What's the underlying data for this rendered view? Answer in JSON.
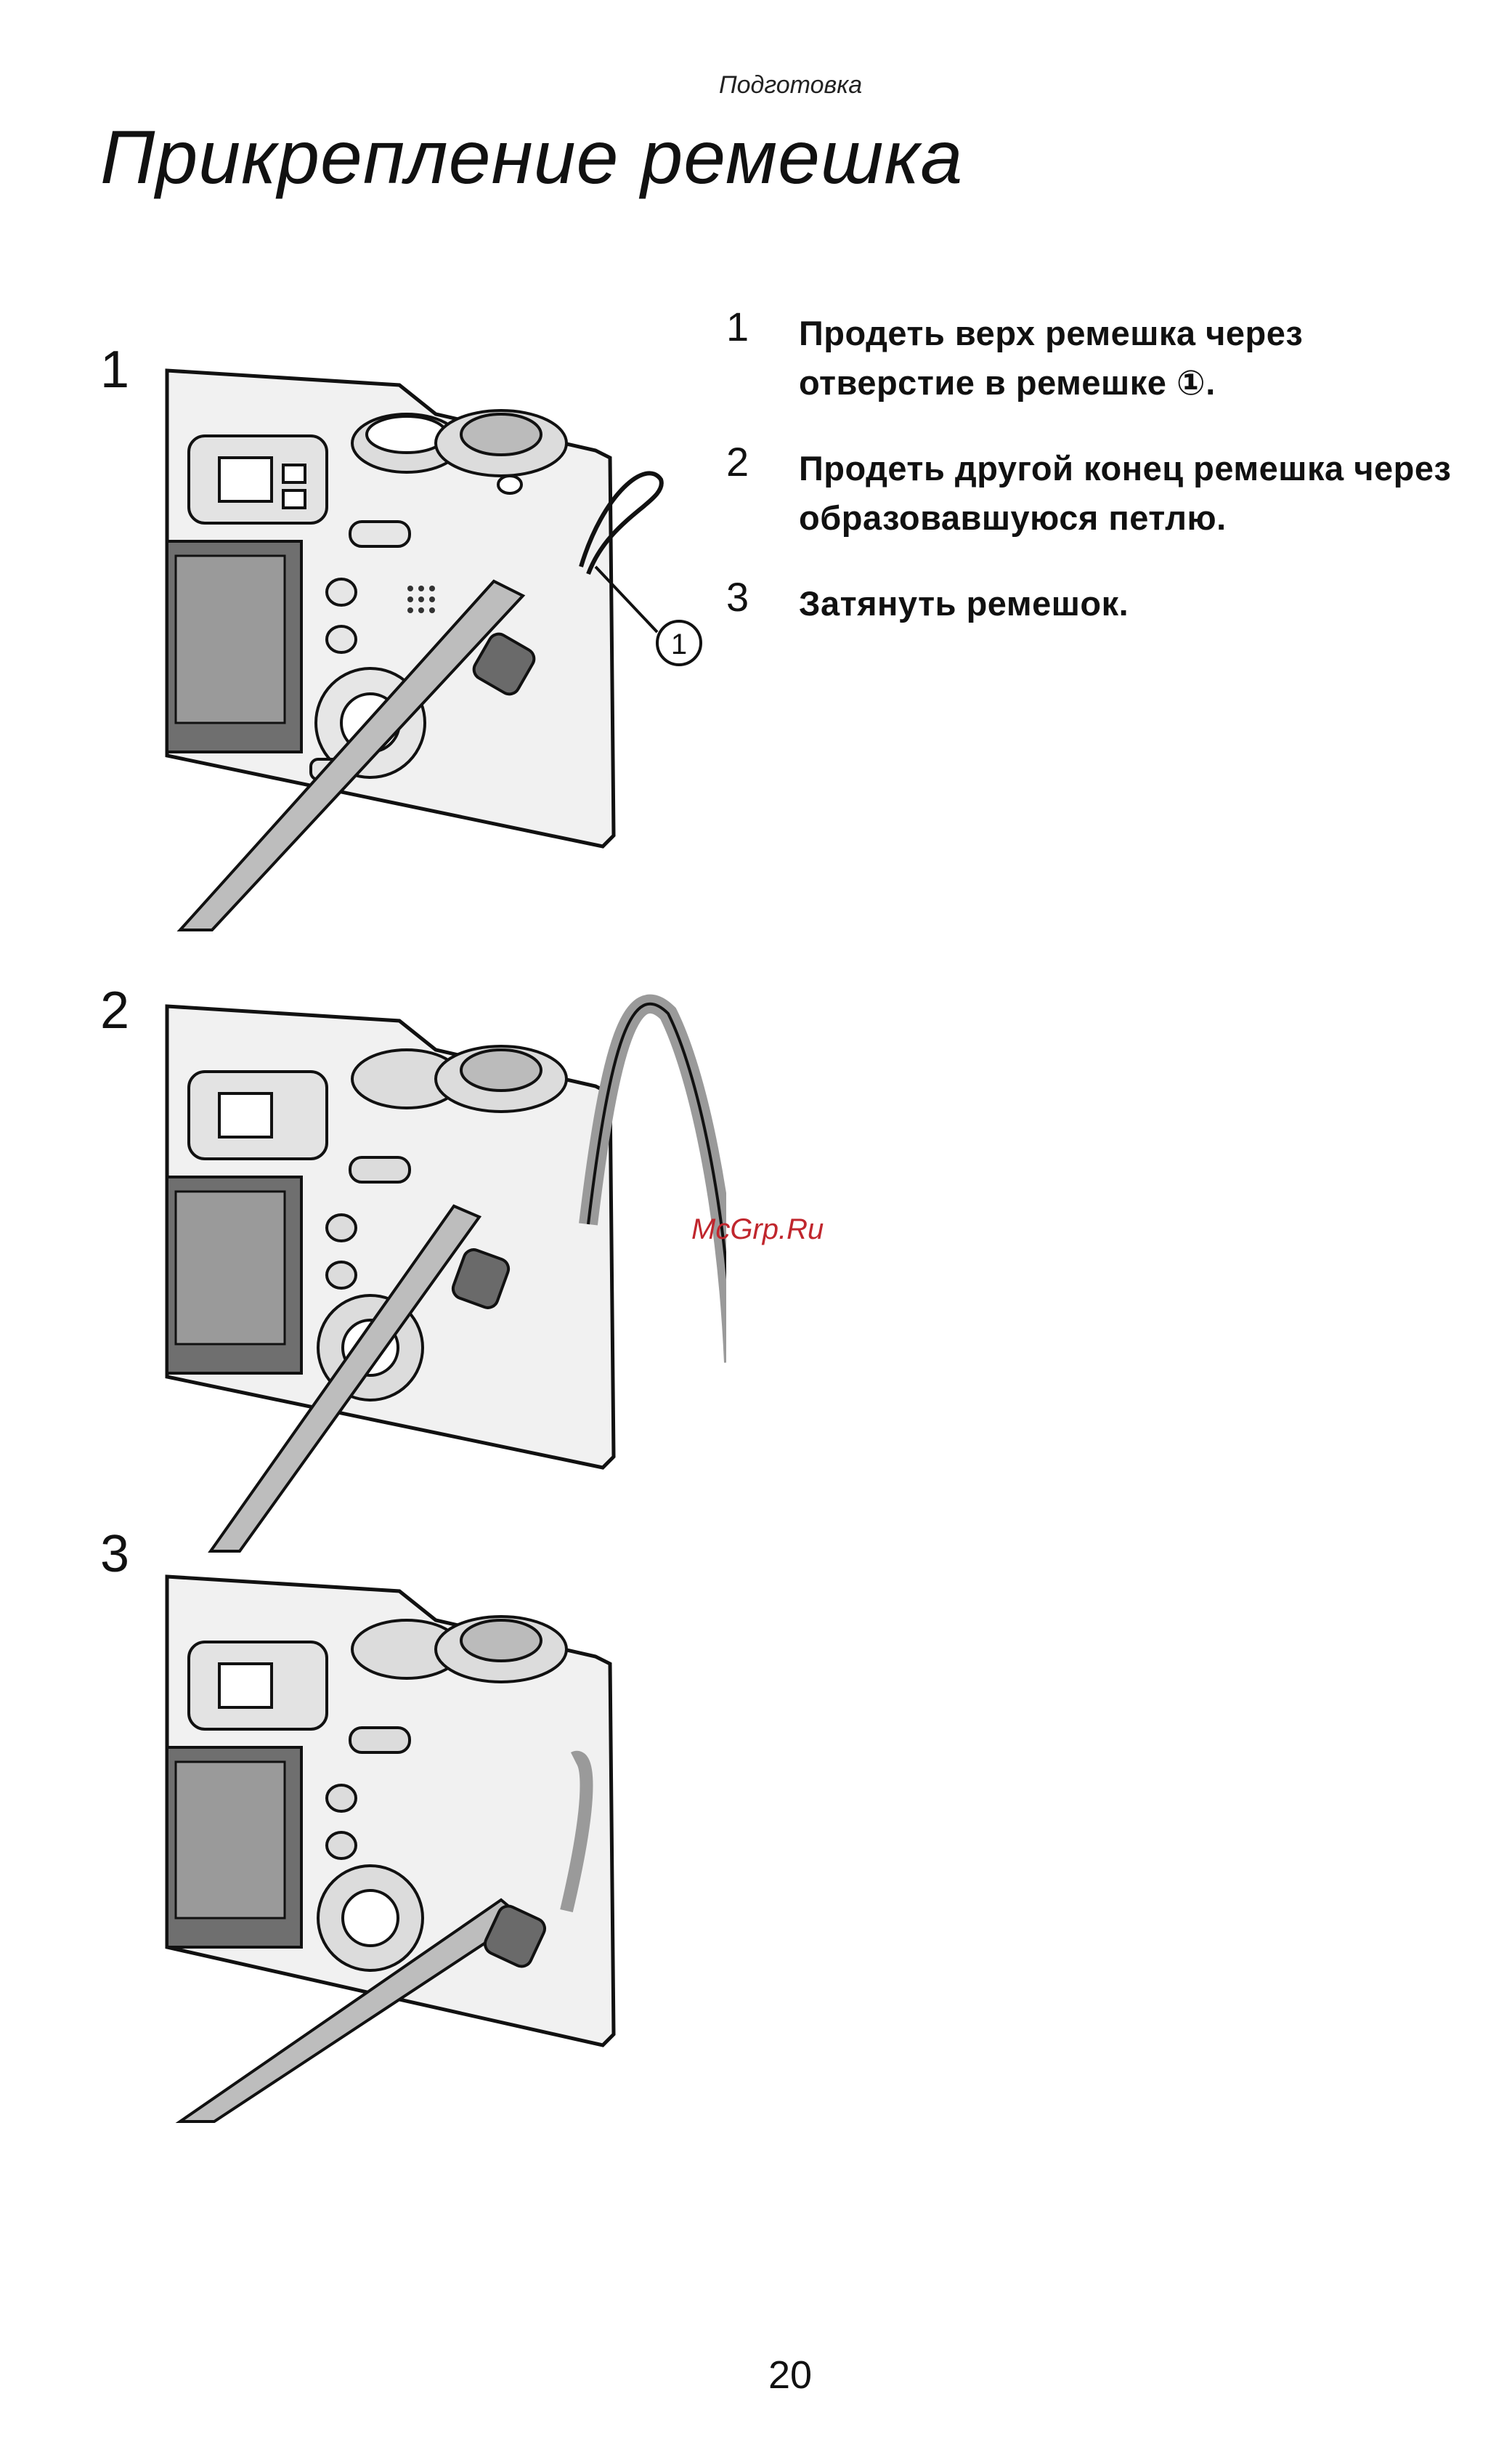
{
  "header": {
    "section": "Подготовка",
    "title": "Прикрепление ремешка"
  },
  "figures": [
    {
      "number": "1",
      "callout": "①"
    },
    {
      "number": "2"
    },
    {
      "number": "3"
    }
  ],
  "steps": [
    {
      "number": "1",
      "text": "Продеть верх ремешка через отверстие в ремешке ①."
    },
    {
      "number": "2",
      "text": "Продеть другой конец ремешка через образовавшуюся петлю."
    },
    {
      "number": "3",
      "text": "Затянуть ремешок."
    }
  ],
  "watermark": "McGrp.Ru",
  "footer": {
    "page_number": "20"
  }
}
